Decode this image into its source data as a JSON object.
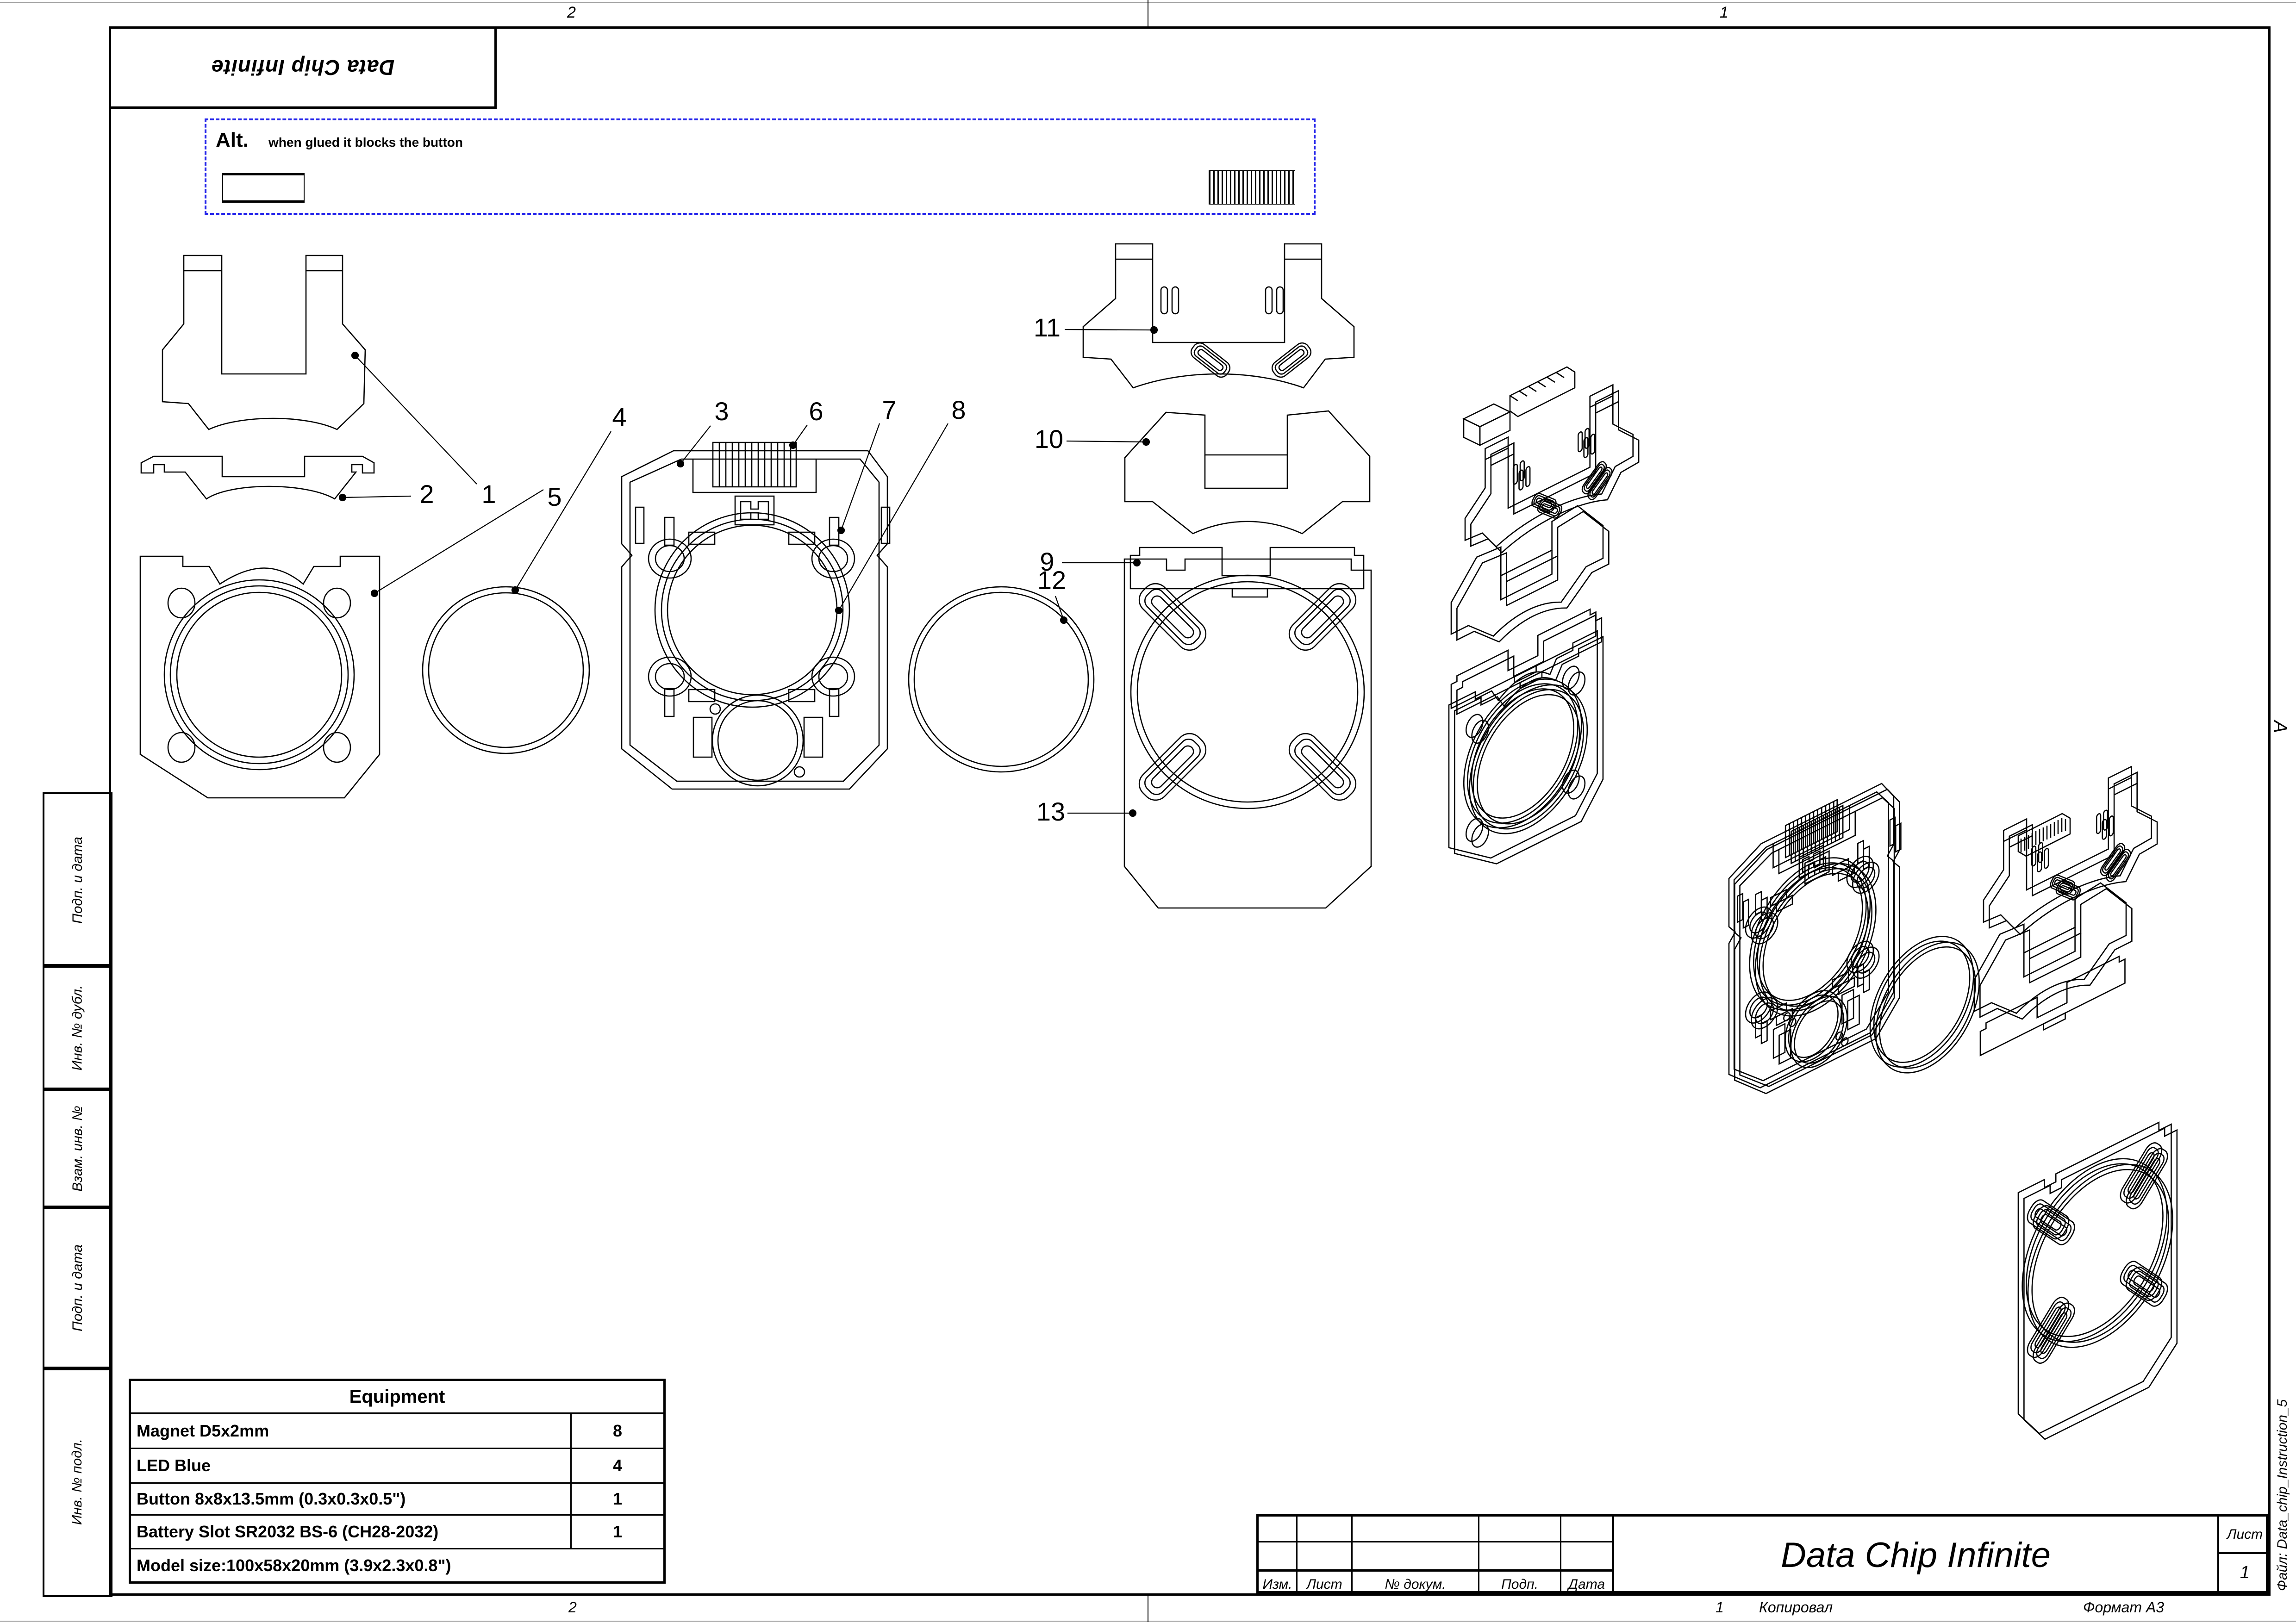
{
  "sheet": {
    "stamp_title": "Data Chip Infinite",
    "zone_top_left": "2",
    "zone_top_right": "1",
    "zone_letter": "A",
    "file_label": "Файл: Data_chip_Instruction_5"
  },
  "alt_note": {
    "title": "Alt.",
    "text": "when glued it blocks the button"
  },
  "sidebar": {
    "labels": [
      "Подп. и дата",
      "Инв. № дубл.",
      "Взам. инв. №",
      "Подп. и дата",
      "Инв. № подл."
    ]
  },
  "equipment": {
    "title": "Equipment",
    "rows": [
      {
        "name": "Magnet D5x2mm",
        "qty": "8"
      },
      {
        "name": "LED Blue",
        "qty": "4"
      },
      {
        "name": "Button 8x8x13.5mm (0.3x0.3x0.5\")",
        "qty": "1"
      },
      {
        "name": "Battery Slot SR2032 BS-6 (CH28-2032)",
        "qty": "1"
      }
    ],
    "footer": "Model size:100x58x20mm (3.9x2.3x0.8\")"
  },
  "title_block": {
    "title": "Data Chip Infinite",
    "columns": [
      "Изм.",
      "Лист",
      "№ докум.",
      "Подп.",
      "Дата"
    ],
    "sheet_label": "Лист",
    "sheet_number": "1"
  },
  "footer": {
    "zone_left": "2",
    "zone_right": "1",
    "copied": "Копировал",
    "format": "Формат А3"
  },
  "callouts": [
    {
      "number": "1"
    },
    {
      "number": "2"
    },
    {
      "number": "3"
    },
    {
      "number": "4"
    },
    {
      "number": "5"
    },
    {
      "number": "6"
    },
    {
      "number": "7"
    },
    {
      "number": "8"
    },
    {
      "number": "9"
    },
    {
      "number": "10"
    },
    {
      "number": "11"
    },
    {
      "number": "12"
    },
    {
      "number": "13"
    }
  ],
  "colors": {
    "line": "#000000",
    "alt_border": "#2121ea",
    "trim": "#9a9a9a"
  }
}
